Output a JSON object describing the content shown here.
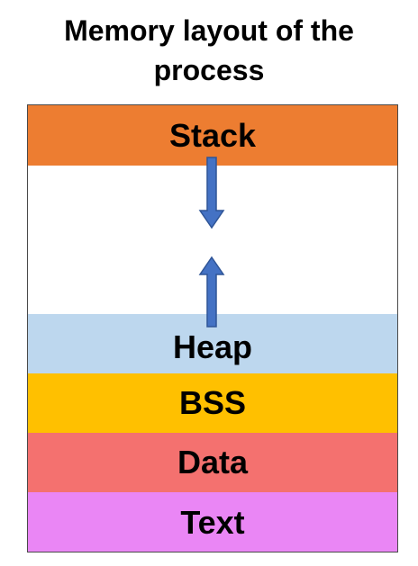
{
  "title_lines": [
    "Memory layout of the",
    "process"
  ],
  "segments": {
    "stack": {
      "label": "Stack",
      "color": "#ED7D31"
    },
    "gap": {
      "label": "",
      "color": "#FFFFFF"
    },
    "heap": {
      "label": "Heap",
      "color": "#BDD7EE"
    },
    "bss": {
      "label": "BSS",
      "color": "#FFC000"
    },
    "data": {
      "label": "Data",
      "color": "#F4716F"
    },
    "text": {
      "label": "Text",
      "color": "#EA86F5"
    }
  },
  "arrows": {
    "color": "#4472C4",
    "stack_growth": "down-arrow-icon",
    "heap_growth": "up-arrow-icon"
  }
}
